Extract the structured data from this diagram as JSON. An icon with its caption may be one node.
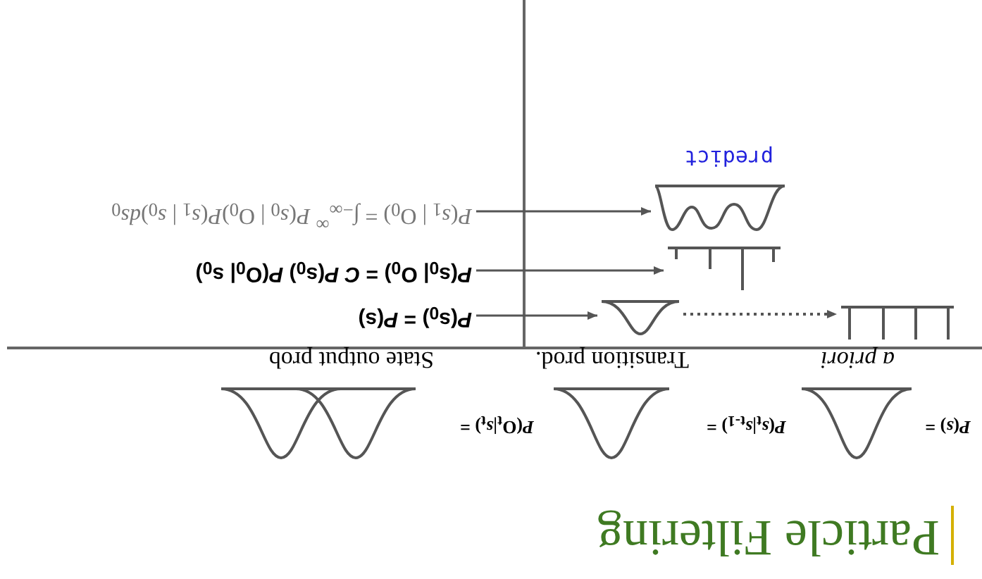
{
  "diagram": {
    "title": "Particle Filtering",
    "nodes": [
      {
        "text": [
          "*P*(s$_{0}$) = *P*(s)"
        ]
      },
      {
        "text": [],
        "shape": "picture"
      },
      {
        "text": [],
        "shape": "picture"
      },
      {
        "text": [
          "*P*(s$_{0}$| O$_{0}$) = *C* *P*(s$_{0}$) *P*(O$_{0}$| s$_{0}$)"
        ]
      },
      {
        "text": [],
        "shape": "picture"
      },
      {
        "text": [
          "*P*(*s*$_{1}$ | O$_{0}$) = ∫$_{−∞}$$^{∞}$ *P*(*s*$_{0}$ | O$_{0}$)*P*(*s*$_{1}$ | *s*$_{0}$)*ds*$_{0}$"
        ]
      },
      {
        "text": [],
        "shape": "picture",
        "beside": [
          "predict"
        ]
      }
    ],
    "edges": [
      {
        "from": 0,
        "to": 1,
        "arrow": "to"
      },
      {
        "from": 1,
        "to": 2,
        "arrow": "to",
        "style": "dashed"
      },
      {
        "from": 3,
        "to": 4,
        "arrow": "to"
      },
      {
        "from": 5,
        "to": 6,
        "arrow": "to"
      }
    ],
    "labels": [
      "*P*(*s*) =",
      "*P*(*s*$_{t}$|*s*$_{t-1}$) =",
      "*P*(O$_{t}$|*s*$_{t}$) =",
      "a priori",
      "Transition prod.",
      "State output prob"
    ]
  }
}
